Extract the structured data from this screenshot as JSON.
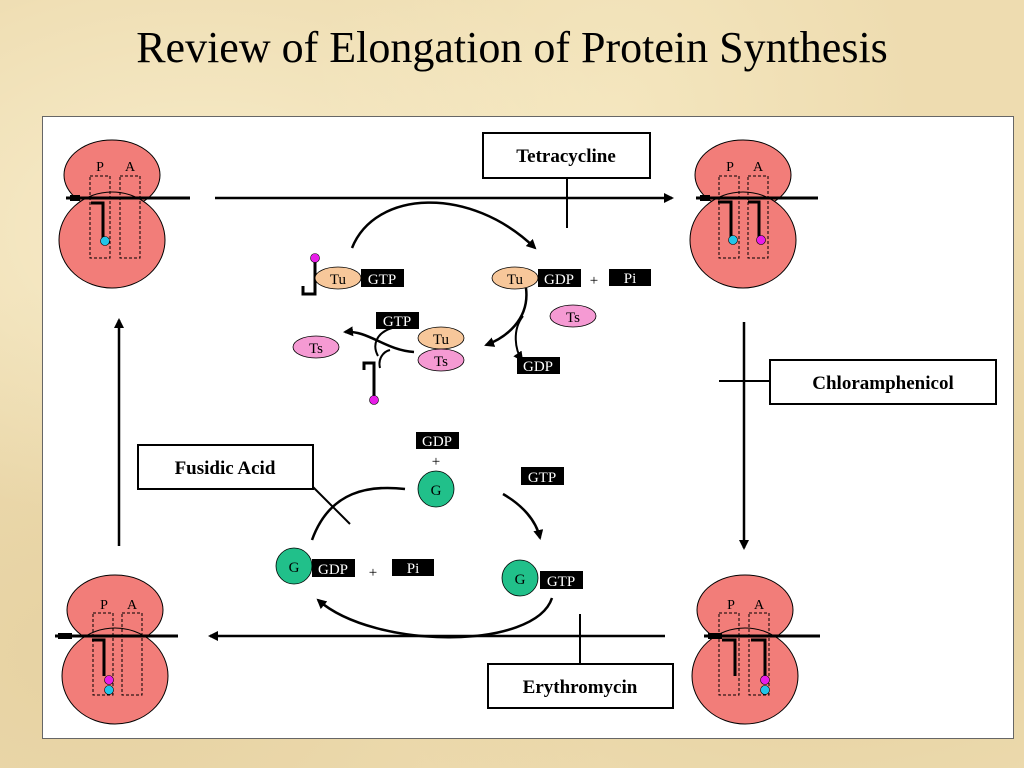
{
  "slide": {
    "title": "Review of Elongation of Protein Synthesis"
  },
  "site_labels": {
    "p": "P",
    "a": "A"
  },
  "inhibitors": {
    "tetracycline": "Tetracycline",
    "chloramphenicol": "Chloramphenicol",
    "fusidic_acid": "Fusidic Acid",
    "erythromycin": "Erythromycin"
  },
  "factors": {
    "tu": "Tu",
    "ts": "Ts",
    "g": "G"
  },
  "nucleotides": {
    "gtp": "GTP",
    "gdp": "GDP",
    "pi": "Pi"
  },
  "operators": {
    "plus": "+"
  },
  "colors": {
    "ribosome": "#f27d79",
    "tu_factor": "#f7c79a",
    "ts_factor": "#f59ad3",
    "g_factor": "#21c08a",
    "p_site_dot": "#22c5e8",
    "a_site_dot": "#e81de8",
    "panel_bg": "#ffffff",
    "slide_bg": "#eedcb0"
  }
}
